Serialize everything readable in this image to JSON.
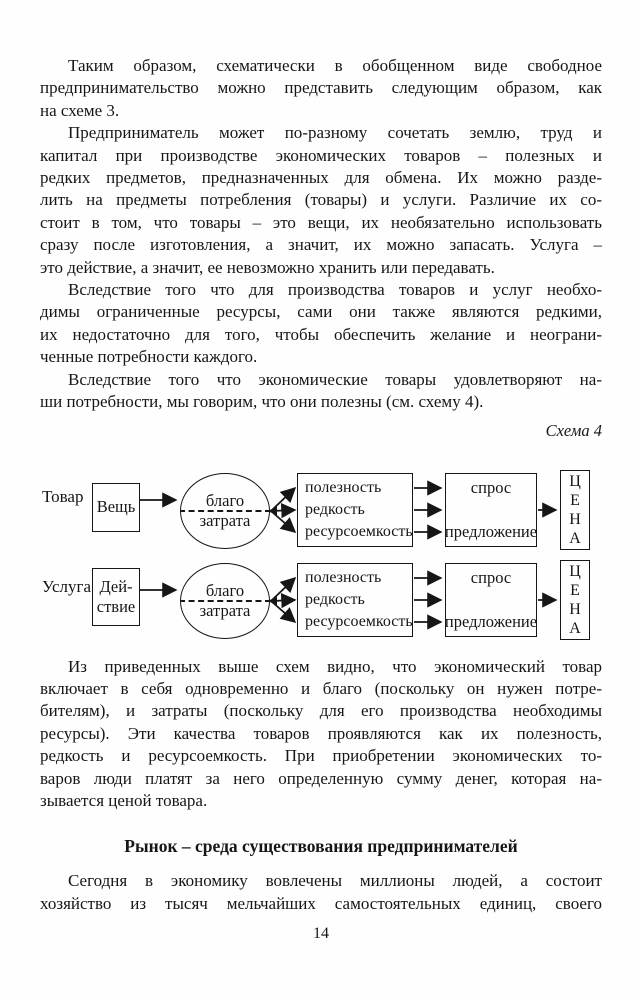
{
  "page": {
    "paragraphs": [
      {
        "lines": [
          "Таким образом, схематически в обобщенном виде свободное",
          "предпринимательство можно представить следующим образом, как",
          "на схеме 3."
        ]
      },
      {
        "lines": [
          "Предприниматель может по-разному сочетать землю, труд и",
          "капитал при производстве экономических товаров – полезных и",
          "редких предметов, предназначенных для обмена. Их можно разде-",
          "лить на предметы потребления (товары) и услуги. Различие их со-",
          "стоит в том, что товары – это вещи, их необязательно использовать",
          "сразу после изготовления, а значит, их можно запасать. Услуга –",
          "это действие, а значит, ее невозможно хранить или передавать."
        ]
      },
      {
        "lines": [
          "Вследствие того что для производства товаров и услуг необхо-",
          "димы ограниченные ресурсы, сами они также являются редкими,",
          "их недостаточно для того, чтобы обеспечить желание и неограни-",
          "ченные потребности каждого."
        ]
      },
      {
        "lines": [
          "Вследствие того что экономические товары удовлетворяют на-",
          "ши потребности, мы говорим, что они полезны (см. схему 4)."
        ]
      },
      {
        "lines": [
          "Из приведенных выше схем видно, что экономический товар",
          "включает в себя одновременно и благо (поскольку он нужен потре-",
          "бителям), и затраты (поскольку для его производства необходимы",
          "ресурсы). Эти качества товаров проявляются как их полезность,",
          "редкость и ресурсоемкость. При приобретении экономических то-",
          "варов люди платят за него определенную сумму денег, которая на-",
          "зывается ценой товара."
        ]
      },
      {
        "lines": [
          "Сегодня в экономику вовлечены миллионы людей, а состоит",
          "хозяйство из тысяч мельчайших самостоятельных единиц, своего"
        ]
      }
    ],
    "scheme_label": "Схема 4",
    "section_heading": "Рынок – среда существования предпринимателей",
    "page_number": "14"
  },
  "diagram": {
    "rows": [
      {
        "category": "Товар",
        "form": "Вещь",
        "benefit": "благо",
        "cost": "затрата",
        "qualities": [
          "полезность",
          "редкость",
          "ресурсоемкость"
        ],
        "demand": "спрос",
        "supply": "предложение",
        "price": "Ц\nЕ\nН\nА"
      },
      {
        "category": "Услуга",
        "form": "Дей-\nствие",
        "benefit": "благо",
        "cost": "затрата",
        "qualities": [
          "полезность",
          "редкость",
          "ресурсоемкость"
        ],
        "demand": "спрос",
        "supply": "предложение",
        "price": "Ц\nЕ\nН\nА"
      }
    ],
    "ink_color": "#161616",
    "paper_color": "#fefefe"
  }
}
